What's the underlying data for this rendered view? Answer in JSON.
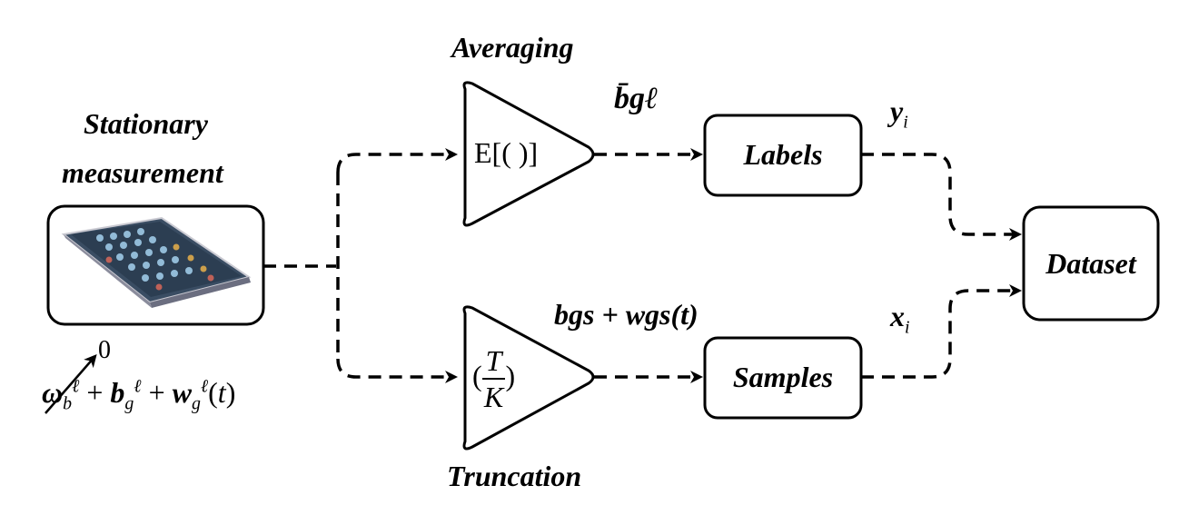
{
  "source": {
    "title_line1": "Stationary",
    "title_line2": "measurement",
    "phone_image": "smartphone-photo"
  },
  "branches": {
    "averaging": {
      "caption": "Averaging",
      "operator": "E[(   )]",
      "output_symbol": "b̄gℓ"
    },
    "truncation": {
      "caption": "Truncation",
      "operator_num": "T",
      "operator_den": "K",
      "output_symbol": "bgs + wgs(t)"
    }
  },
  "boxes": {
    "labels": "Labels",
    "samples": "Samples",
    "dataset": "Dataset"
  },
  "symbols": {
    "y": "y",
    "y_sub": "i",
    "x": "x",
    "x_sub": "i",
    "zero": "0"
  },
  "colors": {
    "stroke": "#000000",
    "background": "#ffffff"
  }
}
